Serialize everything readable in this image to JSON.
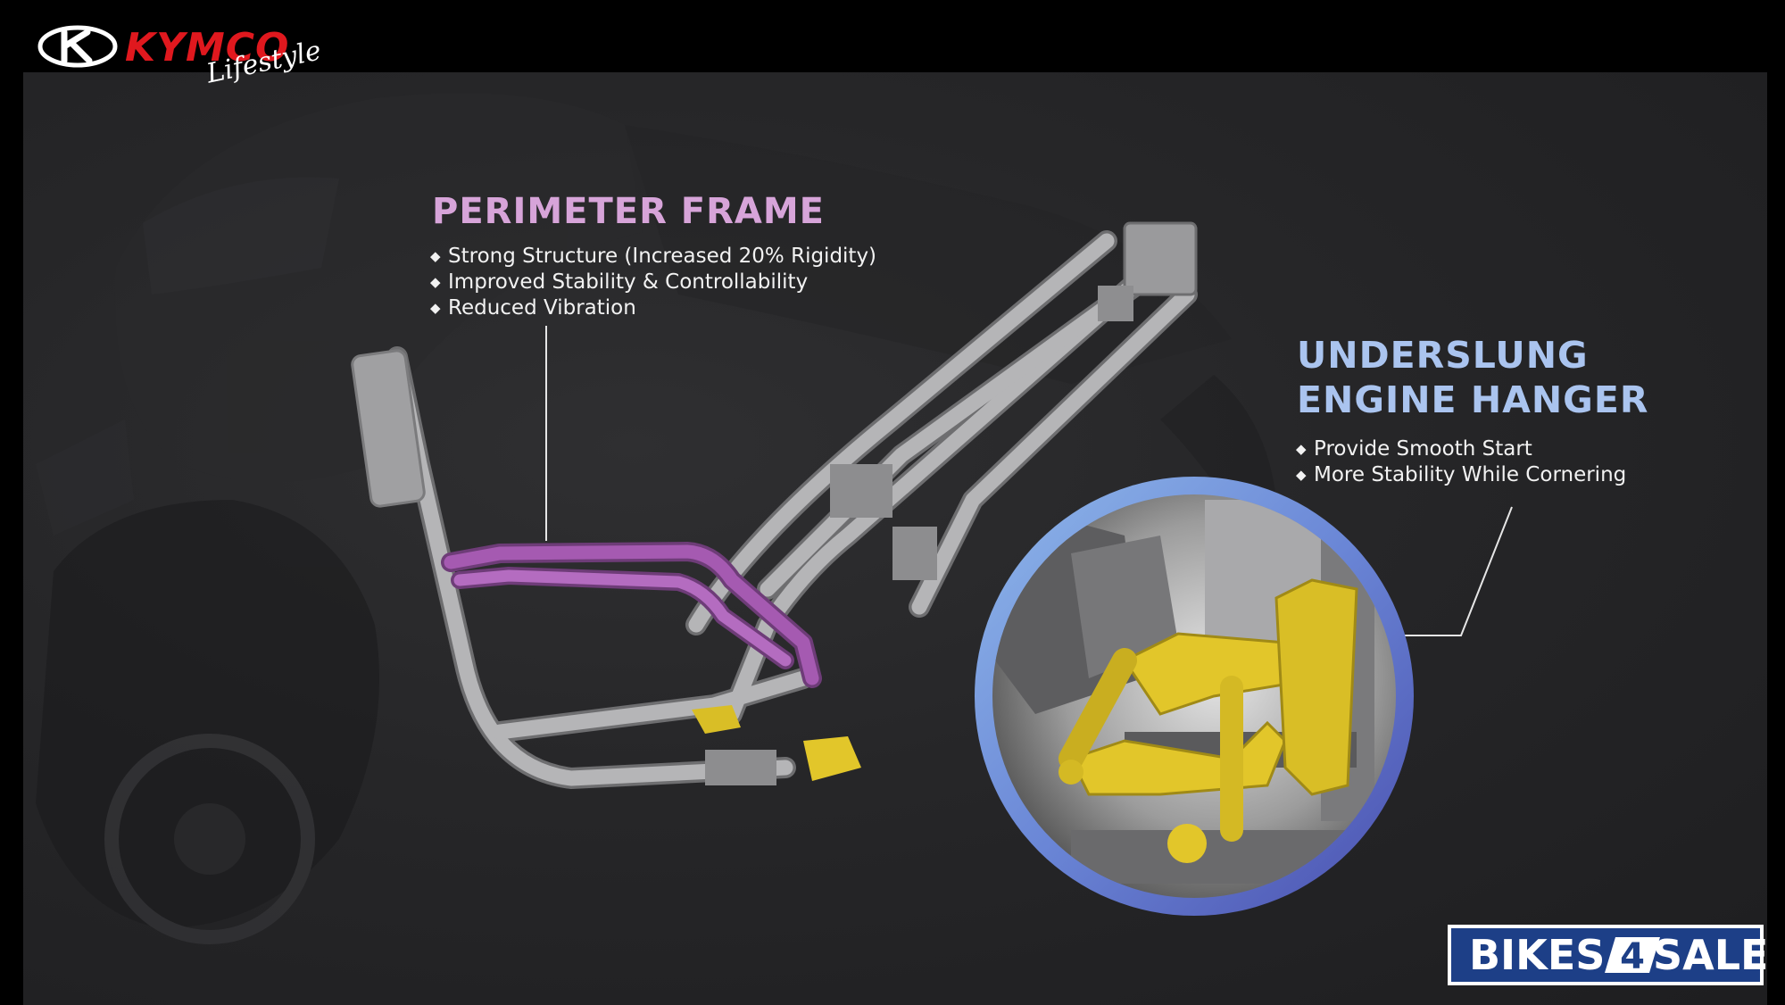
{
  "brand": {
    "name": "KYMCO",
    "tagline": "Lifestyle",
    "color": "#e0181e"
  },
  "perimeter_frame": {
    "title": "PERIMETER FRAME",
    "title_color": "#d7a4d9",
    "bullet_glyph": "◆",
    "bullets": [
      "Strong Structure (Increased 20% Rigidity)",
      "Improved Stability & Controllability",
      "Reduced Vibration"
    ]
  },
  "underslung_engine_hanger": {
    "title_line1": "UNDERSLUNG",
    "title_line2": "ENGINE HANGER",
    "title_color": "#aac4ef",
    "bullet_glyph": "◆",
    "bullets": [
      "Provide Smooth Start",
      "More Stability While Cornering"
    ]
  },
  "watermark": {
    "part1": "BIKES",
    "part2": "4",
    "part3": "SALE",
    "bg_color": "#1d3f87"
  },
  "colors": {
    "frame_grey": "#a9a9ab",
    "frame_purple": "#a55ab1",
    "hanger_yellow": "#e2c62a",
    "ring_blue": "#5b6fc4"
  }
}
